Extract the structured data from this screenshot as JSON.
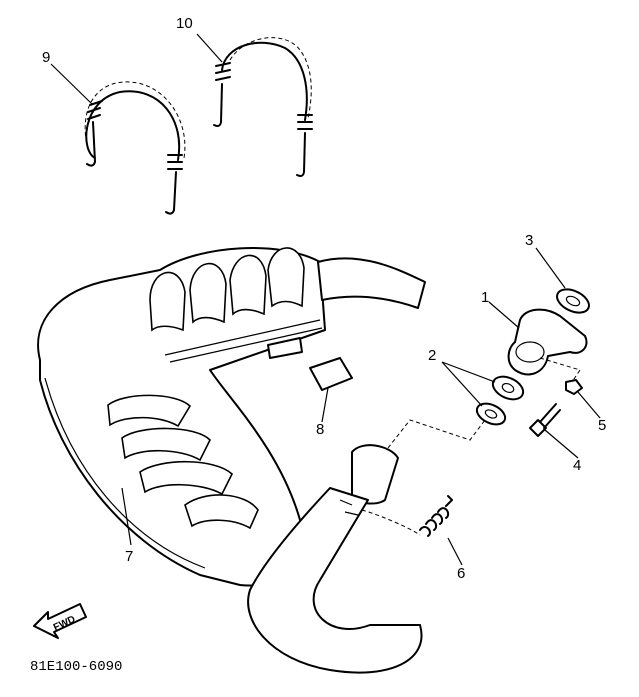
{
  "callouts": [
    {
      "id": "1",
      "text": "1"
    },
    {
      "id": "2",
      "text": "2"
    },
    {
      "id": "3",
      "text": "3"
    },
    {
      "id": "4",
      "text": "4"
    },
    {
      "id": "5",
      "text": "5"
    },
    {
      "id": "6",
      "text": "6"
    },
    {
      "id": "7",
      "text": "7"
    },
    {
      "id": "8",
      "text": "8"
    },
    {
      "id": "9",
      "text": "9"
    },
    {
      "id": "10",
      "text": "10"
    }
  ],
  "fwd_label": "FWD",
  "diagram_code": "81E100-6090"
}
